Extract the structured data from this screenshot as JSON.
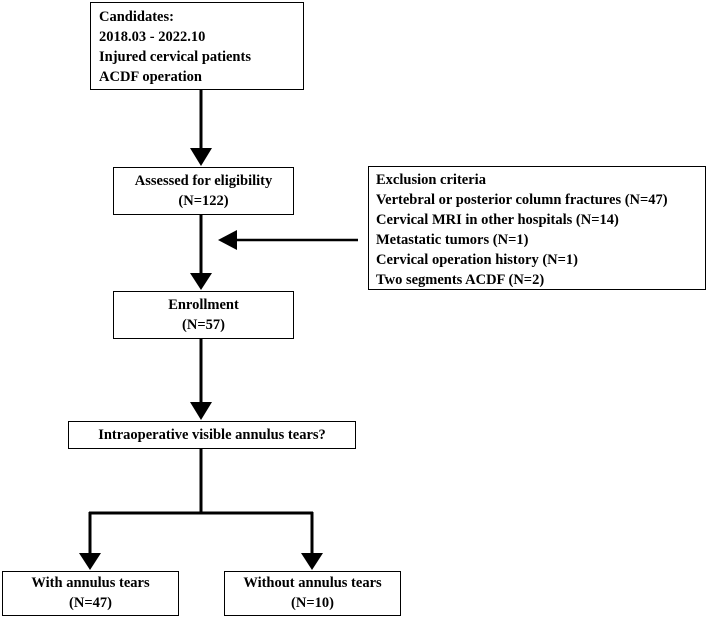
{
  "candidates": {
    "lines": [
      "Candidates:",
      "2018.03 - 2022.10",
      "Injured cervical patients",
      "ACDF operation"
    ]
  },
  "eligibility": {
    "lines": [
      "Assessed for eligibility",
      "(N=122)"
    ]
  },
  "exclusion": {
    "lines": [
      "Exclusion criteria",
      "Vertebral or posterior column fractures (N=47)",
      "Cervical MRI in other hospitals (N=14)",
      "Metastatic tumors (N=1)",
      "Cervical operation history (N=1)",
      "Two segments ACDF (N=2)"
    ]
  },
  "enrollment": {
    "lines": [
      "Enrollment",
      "(N=57)"
    ]
  },
  "question": {
    "text": "Intraoperative visible annulus tears?"
  },
  "with_tears": {
    "lines": [
      "With annulus tears",
      "(N=47)"
    ]
  },
  "without_tears": {
    "lines": [
      "Without annulus tears",
      "(N=10)"
    ]
  },
  "colors": {
    "stroke": "#000000",
    "background": "#ffffff"
  }
}
